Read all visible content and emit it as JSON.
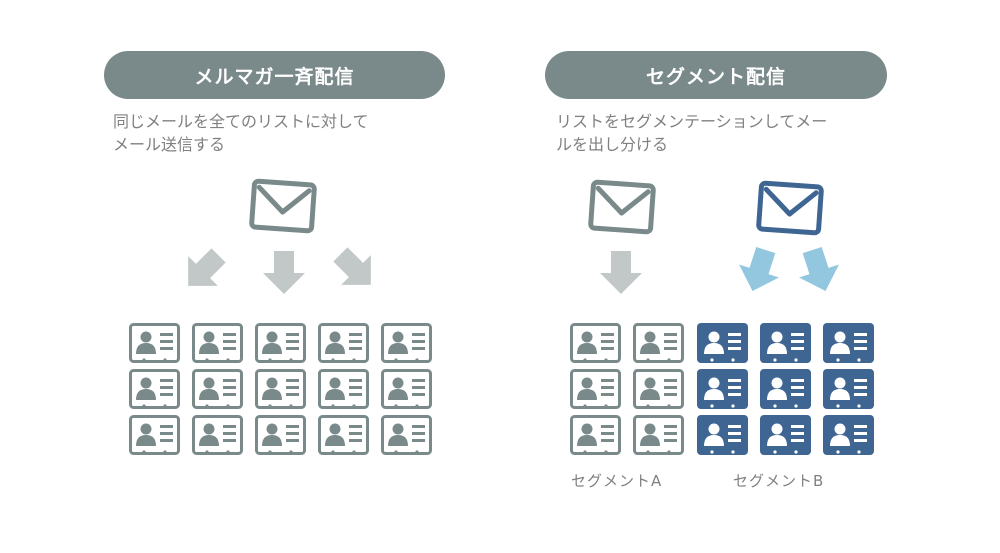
{
  "colors": {
    "gray": "#7a8a8b",
    "light_gray": "#c2c8c8",
    "navy": "#3f6693",
    "light_blue": "#93c7df",
    "text_gray": "#808080"
  },
  "left": {
    "title": "メルマガ一斉配信",
    "description": "同じメールを全てのリストに対して\nメール送信する",
    "envelope_icon": "envelope-icon",
    "card_icon": "contact-card-icon"
  },
  "right": {
    "title": "セグメント配信",
    "description": "リストをセグメンテーションしてメー\nルを出し分ける",
    "segment_a_label": "セグメントA",
    "segment_b_label": "セグメントB",
    "envelope_icon": "envelope-icon",
    "card_icon": "contact-card-icon"
  }
}
